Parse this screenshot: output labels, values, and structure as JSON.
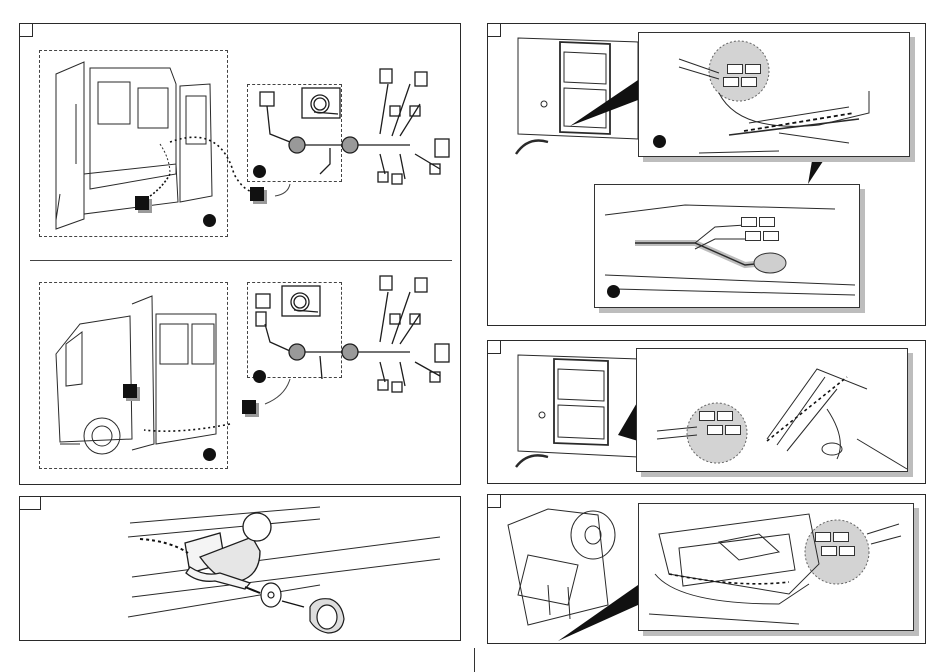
{
  "figure": {
    "panels": [
      {
        "id": "panel-1",
        "steps": [
          "van-rear-interior",
          "harness-kit-a"
        ]
      },
      {
        "id": "panel-2",
        "steps": [
          "side-door-sill",
          "connector-detail"
        ]
      },
      {
        "id": "panel-3",
        "steps": [
          "side-step-routing"
        ]
      },
      {
        "id": "panel-4",
        "steps": [
          "towbar-and-socket"
        ]
      },
      {
        "id": "panel-5",
        "steps": [
          "dashboard-and-boot-floor"
        ]
      }
    ],
    "colors": {
      "line": "#2a2a2a",
      "shadow": "#bdbdbd",
      "bubble": "#d3d3d3",
      "marker": "#111111"
    }
  }
}
